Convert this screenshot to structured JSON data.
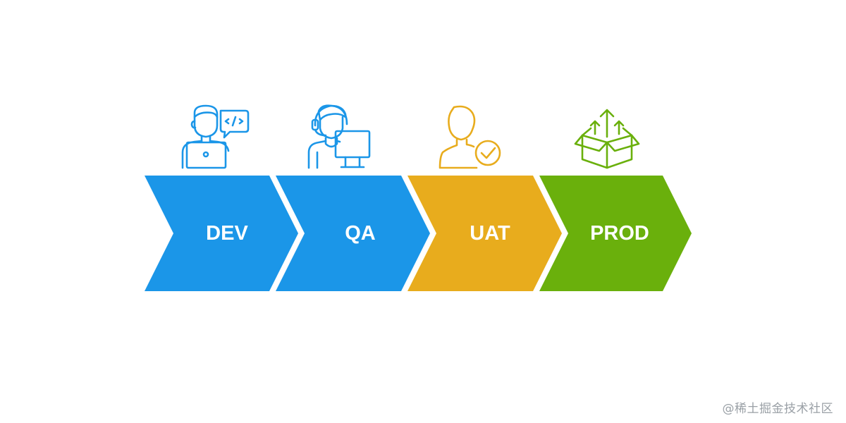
{
  "stages": [
    {
      "label": "DEV",
      "icon": "developer-laptop-icon",
      "color": "#1b96e8"
    },
    {
      "label": "QA",
      "icon": "qa-tester-headset-icon",
      "color": "#1b96e8"
    },
    {
      "label": "UAT",
      "icon": "user-checkmark-icon",
      "color": "#e8ac1d"
    },
    {
      "label": "PROD",
      "icon": "package-deploy-icon",
      "color": "#6ab00c"
    }
  ],
  "watermark": "@稀土掘金技术社区"
}
